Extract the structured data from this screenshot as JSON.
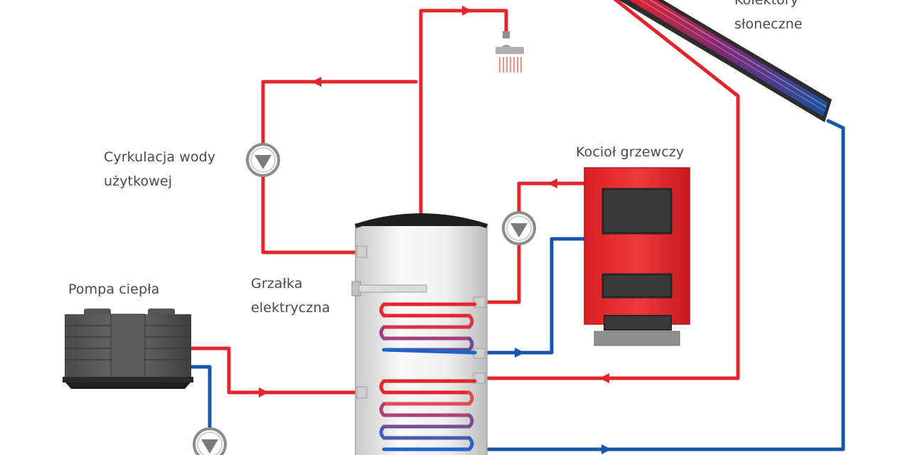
{
  "labels": {
    "collectors": [
      "Kolektory",
      "słoneczne"
    ],
    "circulation": [
      "Cyrkulacja wody",
      "użytkowej"
    ],
    "boiler": "Kocioł grzewczy",
    "heat_pump": "Pompa ciepła",
    "heater": [
      "Grzałka",
      "elektryczna"
    ]
  },
  "colors": {
    "hot": "#e3262b",
    "cold": "#1a56a8",
    "tank": "#e6e6e6",
    "boiler": "#e4282b",
    "dark": "#4a4a4a"
  },
  "icons": [
    "pump-icon",
    "shower-icon",
    "flow-arrow-icon"
  ]
}
